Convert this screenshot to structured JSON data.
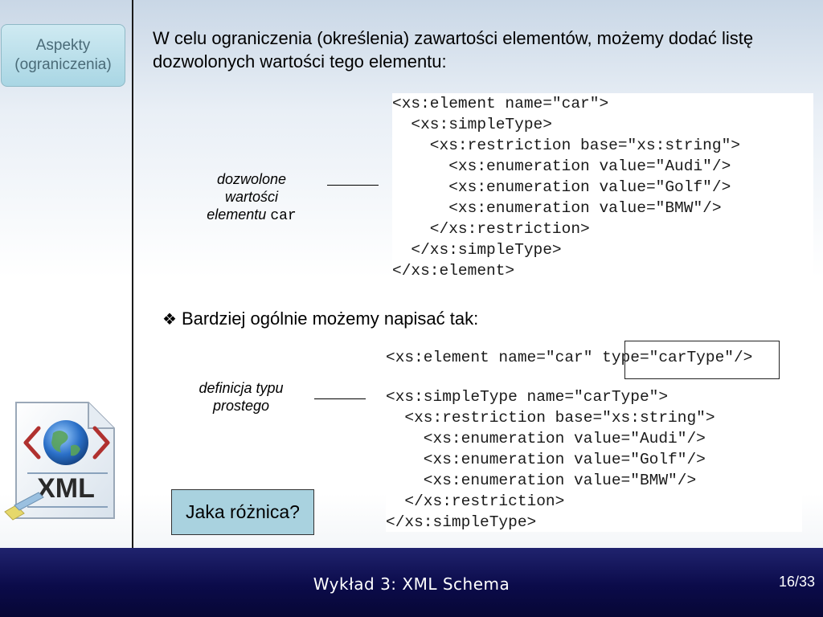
{
  "topic": {
    "line1": "Aspekty",
    "line2": "(ograniczenia)"
  },
  "intro_text": "W celu ograniczenia (określenia) zawartości elementów, możemy dodać listę dozwolonych wartości tego elementu:",
  "code_block_1": [
    "<xs:element name=\"car\">",
    "  <xs:simpleType>",
    "    <xs:restriction base=\"xs:string\">",
    "      <xs:enumeration value=\"Audi\"/>",
    "      <xs:enumeration value=\"Golf\"/>",
    "      <xs:enumeration value=\"BMW\"/>",
    "    </xs:restriction>",
    "  </xs:simpleType>",
    "</xs:element>"
  ],
  "caption_1": {
    "line1": "dozwolone",
    "line2": "wartości",
    "line3": "elementu",
    "code": "car"
  },
  "bullet": {
    "glyph": "❖",
    "text": "Bardziej ogólnie możemy napisać tak:"
  },
  "code_block_2": {
    "header": "<xs:element name=\"car\" type=\"carType\"/>",
    "lines": [
      "<xs:simpleType name=\"carType\">",
      "  <xs:restriction base=\"xs:string\">",
      "    <xs:enumeration value=\"Audi\"/>",
      "    <xs:enumeration value=\"Golf\"/>",
      "    <xs:enumeration value=\"BMW\"/>",
      "  </xs:restriction>",
      "</xs:simpleType>"
    ]
  },
  "caption_2": {
    "line1": "definicja typu",
    "line2": "prostego"
  },
  "question": "Jaka różnica?",
  "logo_text": "XML",
  "footer": {
    "title": "Wykład 3: XML Schema",
    "page": "16/33"
  },
  "colors": {
    "footer_bg": "#0b0b4a",
    "badge_bg": "#a9d6e4",
    "question_bg": "#a9d2df"
  }
}
